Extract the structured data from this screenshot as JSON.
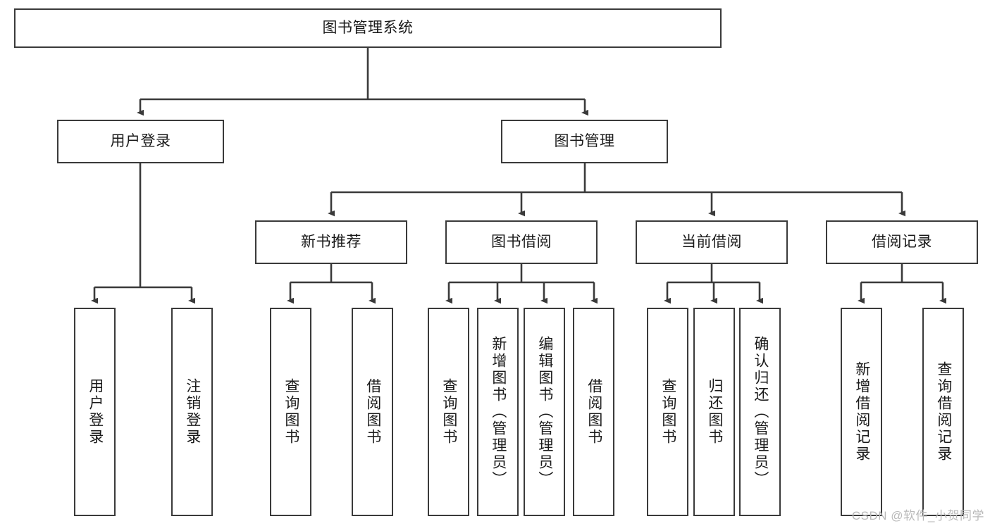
{
  "diagram": {
    "title": "图书管理系统",
    "type": "tree-hierarchy",
    "stroke_color": "#3a3a3a",
    "fill_color": "#ffffff",
    "text_color": "#1a1a1a",
    "background": "#ffffff"
  },
  "root": {
    "label": "图书管理系统"
  },
  "level2": [
    {
      "label": "用户登录"
    },
    {
      "label": "图书管理"
    }
  ],
  "level3": [
    {
      "label": "新书推荐"
    },
    {
      "label": "图书借阅"
    },
    {
      "label": "当前借阅"
    },
    {
      "label": "借阅记录"
    }
  ],
  "leaves": {
    "user_login": [
      {
        "label": "用户登录"
      },
      {
        "label": "注销登录"
      }
    ],
    "new_book_recommend": [
      {
        "label": "查询图书"
      },
      {
        "label": "借阅图书"
      }
    ],
    "book_borrow": [
      {
        "label": "查询图书"
      },
      {
        "label": "新增图书（管理员）"
      },
      {
        "label": "编辑图书（管理员）"
      },
      {
        "label": "借阅图书"
      }
    ],
    "current_borrow": [
      {
        "label": "查询图书"
      },
      {
        "label": "归还图书"
      },
      {
        "label": "确认归还（管理员）"
      }
    ],
    "borrow_records": [
      {
        "label": "新增借阅记录"
      },
      {
        "label": "查询借阅记录"
      }
    ]
  },
  "watermark": {
    "text": "CSDN @软件_小贺同学"
  }
}
